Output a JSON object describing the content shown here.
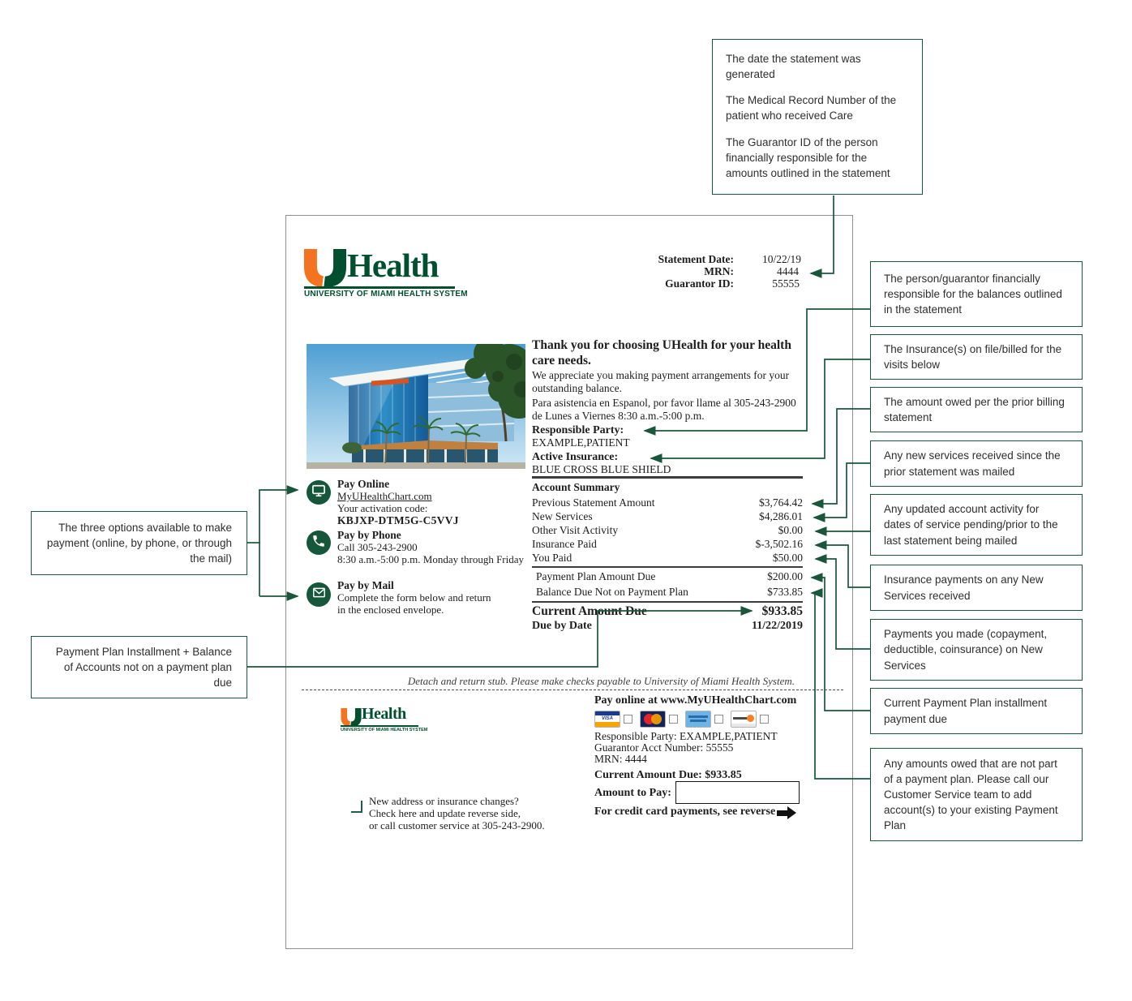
{
  "colors": {
    "um_green": "#005030",
    "um_orange": "#F47321",
    "annotation_green": "#1a563c"
  },
  "annotations": {
    "top": [
      "The date the statement was generated",
      "The Medical Record Number of the patient who received Care",
      "The Guarantor ID of the person financially responsible for the amounts outlined in the statement"
    ],
    "left": [
      "The three options available to make payment (online, by phone, or through the mail)",
      "Payment Plan Installment + Balance of Accounts not on a payment plan due"
    ],
    "right": [
      "The person/guarantor financially responsible for the balances outlined in the statement",
      "The Insurance(s) on file/billed for the visits below",
      "The amount owed per the prior billing statement",
      "Any new services received since the prior statement was mailed",
      "Any updated account activity for dates of service pending/prior to the last statement being mailed",
      "Insurance payments on any New Services received",
      "Payments you made (copayment, deductible, coinsurance) on New Services",
      "Current Payment Plan installment payment due",
      "Any amounts owed that are not part of a payment plan. Please call our Customer Service team to add account(s) to your existing Payment Plan"
    ]
  },
  "statement": {
    "logo": {
      "brand": "Health",
      "tagline": "UNIVERSITY OF MIAMI HEALTH SYSTEM"
    },
    "header": [
      {
        "label": "Statement Date:",
        "value": "10/22/19"
      },
      {
        "label": "MRN:",
        "value": "4444"
      },
      {
        "label": "Guarantor ID:",
        "value": "55555"
      }
    ],
    "intro_heading": "Thank you for choosing UHealth for your health care needs.",
    "intro_p1": "We appreciate you making payment arrangements for your outstanding balance.",
    "intro_p2": "Para asistencia en Espanol, por favor llame al 305-243-2900 de Lunes a Viernes 8:30 a.m.-5:00 p.m.",
    "responsible_label": "Responsible Party:",
    "responsible_value": "EXAMPLE,PATIENT",
    "insurance_label": "Active Insurance:",
    "insurance_value": "BLUE CROSS BLUE SHIELD",
    "pay_options": {
      "online": {
        "icon": "monitor-icon",
        "title": "Pay Online",
        "link": "MyUHealthChart.com",
        "line": "Your activation code:",
        "code": "KBJXP-DTM5G-C5VVJ"
      },
      "phone": {
        "icon": "phone-icon",
        "title": "Pay by Phone",
        "line1": "Call 305-243-2900",
        "line2": "8:30 a.m.-5:00 p.m. Monday through Friday"
      },
      "mail": {
        "icon": "envelope-icon",
        "title": "Pay by Mail",
        "line1": "Complete the form below and return",
        "line2": "in the enclosed envelope."
      }
    },
    "account_summary": {
      "title": "Account Summary",
      "rows": [
        {
          "label": "Previous Statement Amount",
          "value": "$3,764.42"
        },
        {
          "label": "New Services",
          "value": "$4,286.01"
        },
        {
          "label": "Other Visit Activity",
          "value": "$0.00"
        },
        {
          "label": "Insurance Paid",
          "value": "$-3,502.16"
        },
        {
          "label": "You Paid",
          "value": "$50.00"
        }
      ],
      "plan_rows": [
        {
          "label": "Payment Plan Amount Due",
          "value": "$200.00"
        },
        {
          "label": "Balance Due Not on Payment Plan",
          "value": "$733.85"
        }
      ],
      "total_label": "Current Amount Due",
      "total_value": "$933.85",
      "due_label": "Due by Date",
      "due_value": "11/22/2019"
    },
    "detach_note": "Detach and return stub.  Please make checks payable to University of Miami Health System.",
    "stub": {
      "pay_online": "Pay online at www.MyUHealthChart.com",
      "cards": [
        "visa-card-icon",
        "mastercard-card-icon",
        "amex-card-icon",
        "discover-card-icon"
      ],
      "responsible": "Responsible Party: EXAMPLE,PATIENT",
      "guarantor": "Guarantor Acct Number: 55555",
      "mrn": "MRN: 4444",
      "current_due": "Current Amount Due: $933.85",
      "amount_to_pay_label": "Amount to Pay:",
      "credit_note": "For credit card payments, see reverse",
      "address_note_1": "New address or insurance changes?",
      "address_note_2": "Check here and update reverse side,",
      "address_note_3": "or call customer service at 305-243-2900."
    }
  }
}
